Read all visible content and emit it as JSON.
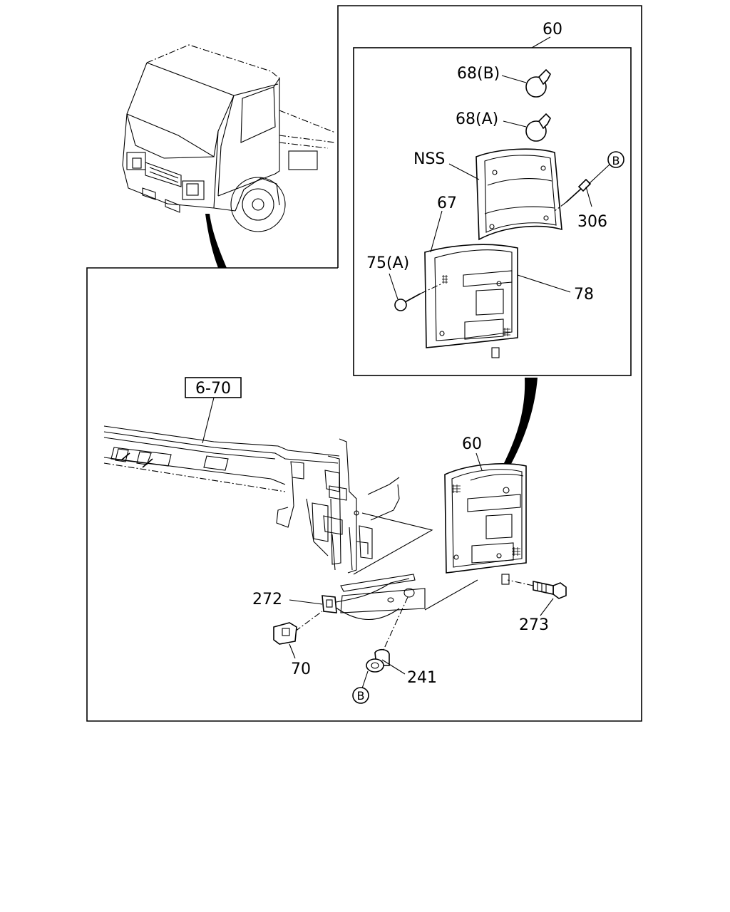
{
  "labels": {
    "top_assembly": "60",
    "bulb_b": "68(B)",
    "bulb_a": "68(A)",
    "nss": "NSS",
    "lens_gasket": "67",
    "screw_a": "75(A)",
    "lens": "78",
    "connector_b_top": "B",
    "bolt_306": "306",
    "ref_box": "6-70",
    "lower_assembly": "60",
    "harness": "272",
    "clip": "70",
    "bolt_273": "273",
    "grommet": "241",
    "connector_b_bottom": "B"
  }
}
